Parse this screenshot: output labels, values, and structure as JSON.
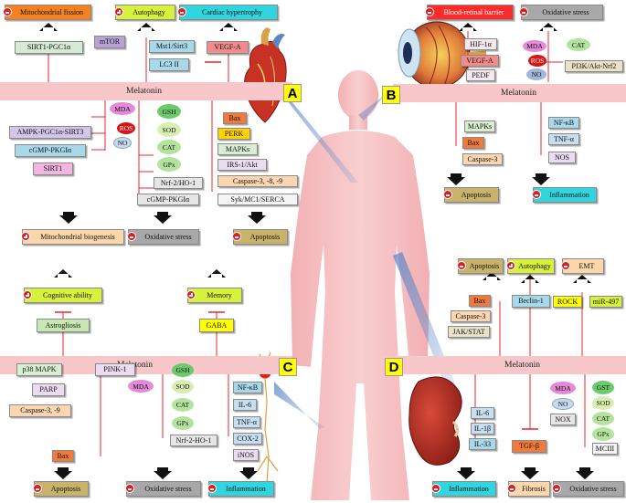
{
  "panel_a": {
    "label": "A",
    "melatonin": "Melatonin",
    "mitochondrial_fission": "Mitochondrial fission",
    "autophagy": "Autophagy",
    "cardiac_hypertrophy": "Cardiac hypertrophy",
    "sirt1_pgc1a": "SIRT1-PGC1α",
    "mtor": "mTOR",
    "mst1_sirt3": "Mst1/Sirt3",
    "lc3": "LC3 II",
    "vegf_a": "VEGF-A",
    "mda": "MDA",
    "ros": "ROS",
    "no": "NO",
    "gsh": "GSH",
    "sod": "SOD",
    "cat": "CAT",
    "gpx": "GPx",
    "ampk": "AMPK-PGC1α-SIRT3",
    "cgmp_pkg": "cGMP-PKGIα",
    "sirt1": "SIRT1",
    "nrf2": "Nrf-2/HO-1",
    "cgmp_pkg2": "cGMP-PKGIα",
    "bax": "Bax",
    "perk": "PERK",
    "mapks": "MAPKs",
    "irs": "IRS-1/Akt",
    "caspase": "Caspase-3, -8, -9",
    "syk": "Syk/MC1/SERCA",
    "mito_biogenesis": "Mitochondrial biogenesis",
    "oxidative_stress": "Oxidative stress",
    "apoptosis": "Apoptosis"
  },
  "panel_b": {
    "label": "B",
    "melatonin": "Melatonin",
    "blood_retinal_barrier": "Blood-retinal barrier",
    "oxidative_stress_top": "Oxidative stress",
    "hif": "HIF-1α",
    "vegf_a": "VEGF-A",
    "pedf": "PEDF",
    "mda": "MDA",
    "ros": "ROS",
    "no": "NO",
    "cat": "CAT",
    "pi3k": "PI3K/Akt-Nrf2",
    "mapks": "MAPKs",
    "bax": "Bax",
    "caspase": "Caspase-3",
    "nfkb": "NF-κB",
    "tnf": "TNF-α",
    "nos": "NOS",
    "apoptosis": "Apoptosis",
    "inflammation": "Inflammation"
  },
  "panel_c": {
    "label": "C",
    "melatonin": "Melatonin",
    "cognitive_ability": "Cognitive ability",
    "memory": "Memory",
    "astrogliosis": "Astrogliosis",
    "gaba": "GABA",
    "p38": "p38 MAPK",
    "pink": "PINK-1",
    "parp": "PARP",
    "caspase": "Caspase-3, -9",
    "bax": "Bax",
    "mda": "MDA",
    "gsh": "GSH",
    "sod": "SOD",
    "cat": "CAT",
    "gpx": "GPx",
    "nrf2": "Nrf-2-HO-1",
    "nfkb": "NF-κB",
    "il6": "IL-6",
    "tnf": "TNF-α",
    "cox2": "COX-2",
    "inos": "iNOS",
    "apoptosis": "Apoptosis",
    "oxidative_stress": "Oxidative stress",
    "inflammation": "Inflammation"
  },
  "panel_d": {
    "label": "D",
    "melatonin": "Melatonin",
    "apoptosis": "Apoptosis",
    "autophagy": "Autophagy",
    "emt": "EMT",
    "bax": "Bax",
    "caspase": "Caspase-3",
    "jak": "JAK/STAT",
    "beclin": "Beclin-1",
    "rock": "ROCK",
    "mir": "miR-497",
    "mda": "MDA",
    "no": "NO",
    "nox": "NOX",
    "gst": "GST",
    "sod": "SOD",
    "cat": "CAT",
    "gpx": "GPx",
    "mciii": "MCIII",
    "il6": "IL-6",
    "il1b": "IL-1β",
    "il33": "IL-33",
    "tgfb": "TGF-β",
    "inflammation": "Inflammation",
    "fibrosis": "Fibrosis",
    "oxidative_stress": "Oxidative stress"
  },
  "colors": {
    "band": "#f8c7c9",
    "inhibit": "#e8262c",
    "outcome_orange": "#f5821f",
    "outcome_green": "#d7f23c",
    "outcome_cyan": "#2fd6df",
    "outcome_red": "#ff2b2b",
    "outcome_grey": "#a8a8a8",
    "outcome_olive": "#c9b26a",
    "outcome_peach": "#fdd6a9",
    "label_yellow": "#ffff00"
  }
}
